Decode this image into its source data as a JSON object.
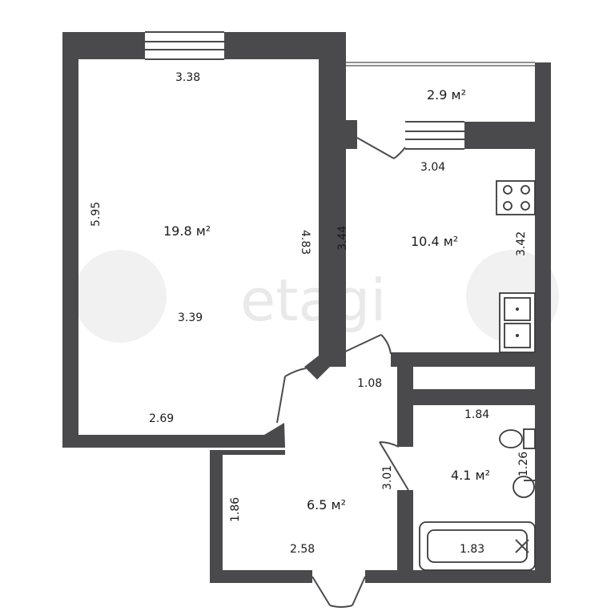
{
  "watermark": "etagi",
  "rooms": {
    "living": {
      "area": "19.8 м²",
      "dims": {
        "top": "3.38",
        "left": "5.95",
        "right": "4.83",
        "center": "3.39",
        "bottom": "2.69"
      }
    },
    "balcony": {
      "area": "2.9 м²"
    },
    "kitchen": {
      "area": "10.4 м²",
      "dims": {
        "top": "3.04",
        "left": "3.44",
        "right": "3.42"
      }
    },
    "hall": {
      "area": "6.5 м²",
      "dims": {
        "top": "1.08",
        "left": "1.86",
        "right": "3.01",
        "bottom": "2.58"
      }
    },
    "bathroom": {
      "area": "4.1 м²",
      "dims": {
        "top": "1.84",
        "right": "1.26",
        "bath": "1.83"
      }
    }
  },
  "colors": {
    "wall": "#4a4a4d",
    "watermark": "#e9e9e9"
  },
  "icons": [
    "stove-icon",
    "sink-icon",
    "toilet-icon",
    "washbasin-icon",
    "bathtub-icon",
    "window-icon",
    "door-icon"
  ]
}
